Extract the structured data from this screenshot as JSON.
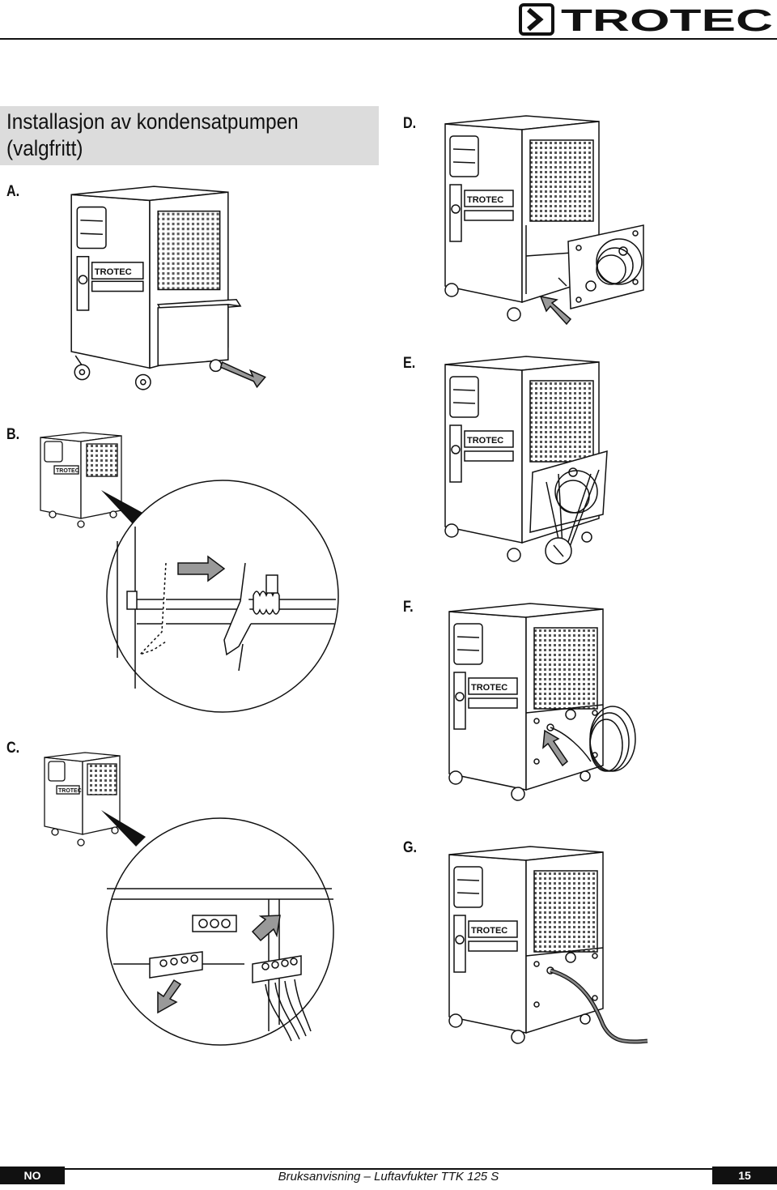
{
  "brand": {
    "name": "TROTEC"
  },
  "title": {
    "line1": "Installasjon av kondensatpumpen",
    "line2": "(valgfritt)"
  },
  "steps": [
    {
      "label": "A."
    },
    {
      "label": "B."
    },
    {
      "label": "C."
    },
    {
      "label": "D."
    },
    {
      "label": "E."
    },
    {
      "label": "F."
    },
    {
      "label": "G."
    }
  ],
  "footer": {
    "lang": "NO",
    "document": "Bruksanvisning – Luftavfukter TTK 125 S",
    "page": "15"
  }
}
